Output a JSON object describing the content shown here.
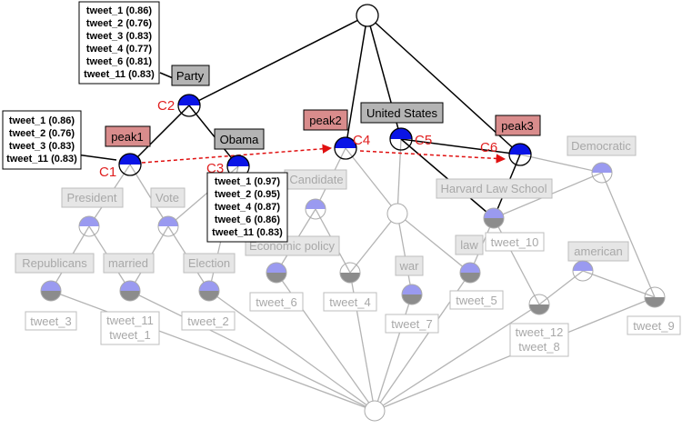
{
  "concepts": {
    "top": "",
    "party": "Party",
    "obama": "Obama",
    "united_states": "United States",
    "democratic": "Democratic",
    "peak1": "peak1",
    "peak2": "peak2",
    "peak3": "peak3",
    "president": "President",
    "vote": "Vote",
    "candidate": "Candidate",
    "harvard": "Harvard Law School",
    "republicans": "Republicans",
    "married": "married",
    "election": "Election",
    "economic_policy": "Economic policy",
    "law": "law",
    "war": "war",
    "american": "american"
  },
  "cluster_ids": [
    "C1",
    "C2",
    "C3",
    "C4",
    "C5",
    "C6"
  ],
  "objects": {
    "tweet_3": "tweet_3",
    "tweet_11_1": [
      "tweet_11",
      "tweet_1"
    ],
    "tweet_2": "tweet_2",
    "tweet_6": "tweet_6",
    "tweet_4": "tweet_4",
    "tweet_7": "tweet_7",
    "tweet_5": "tweet_5",
    "tweet_10": "tweet_10",
    "tweet_12_8": [
      "tweet_12",
      "tweet_8"
    ],
    "tweet_9": "tweet_9"
  },
  "score_boxes": {
    "c2": [
      "tweet_1 (0.86)",
      "tweet_2 (0.76)",
      "tweet_3 (0.83)",
      "tweet_4  (0.77)",
      "tweet_6  (0.81)",
      "tweet_11 (0.83)"
    ],
    "c1": [
      "tweet_1 (0.86)",
      "tweet_2 (0.76)",
      "tweet_3  (0.83)",
      "tweet_11 (0.83)"
    ],
    "c3": [
      "tweet_1 (0.97)",
      "tweet_2 (0.95)",
      "tweet_4  (0.87)",
      "tweet_6  (0.86)",
      "tweet_11 (0.83)"
    ]
  },
  "colors": {
    "active_fill": "#0a14e6",
    "faded_fill": "#9a9af0",
    "faded_bottom": "#8c8c8c",
    "peak_box": "#d98c8c",
    "dark_box": "#b4b4b4",
    "faded_box": "#e6e6e6",
    "arrow": "#e01010",
    "edge_dark": "#000000",
    "edge_faded": "#b4b4b4"
  }
}
